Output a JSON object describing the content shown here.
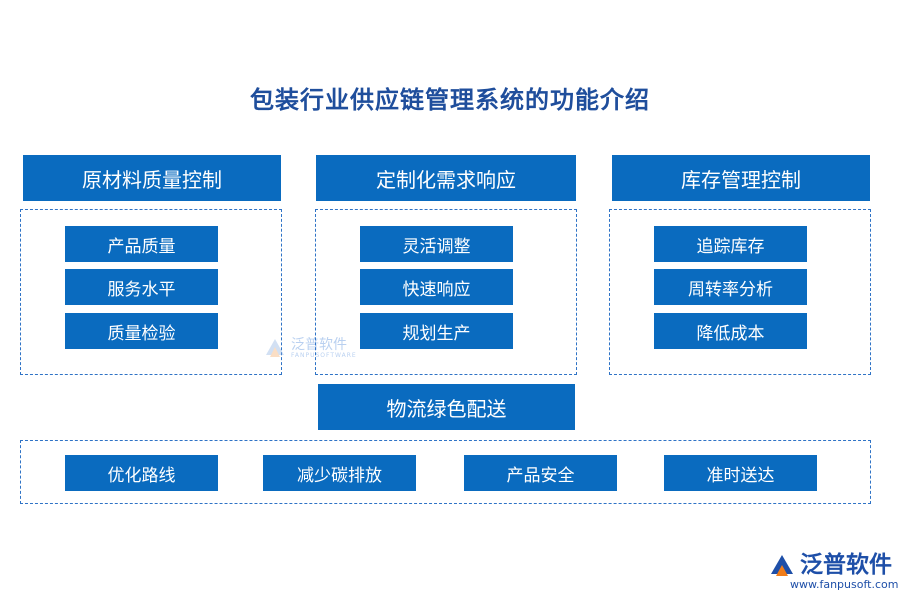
{
  "title": "包装行业供应链管理系统的功能介绍",
  "sections": [
    {
      "header": "原材料质量控制",
      "items": [
        "产品质量",
        "服务水平",
        "质量检验"
      ]
    },
    {
      "header": "定制化需求响应",
      "items": [
        "灵活调整",
        "快速响应",
        "规划生产"
      ]
    },
    {
      "header": "库存管理控制",
      "items": [
        "追踪库存",
        "周转率分析",
        "降低成本"
      ]
    }
  ],
  "bottom": {
    "header": "物流绿色配送",
    "items": [
      "优化路线",
      "减少碳排放",
      "产品安全",
      "准时送达"
    ]
  },
  "watermark": {
    "cn": "泛普软件",
    "en": "FANPUSOFTWARE"
  },
  "logo": {
    "cn": "泛普软件",
    "url": "www.fanpusoft.com"
  },
  "colors": {
    "title": "#1f4e9c",
    "box": "#0a6bbf",
    "dashed": "#2f73c6",
    "logo_orange": "#f07d1a"
  }
}
